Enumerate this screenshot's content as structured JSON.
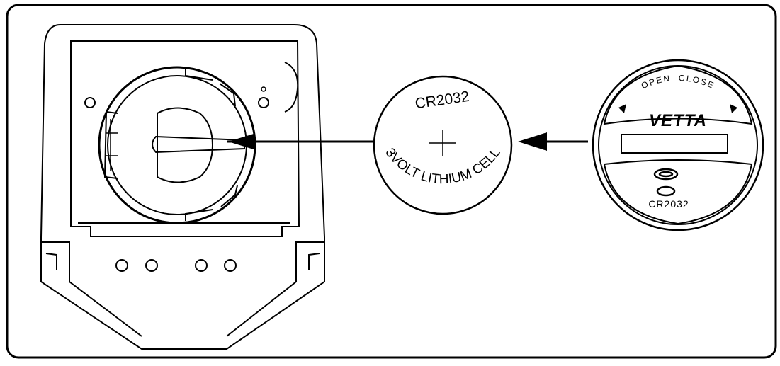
{
  "battery": {
    "model": "CR2032",
    "symbol": "+",
    "arc_text": "3VOLT LITHIUM CELL"
  },
  "cover": {
    "open_label": "OPEN",
    "close_label": "CLOSE",
    "brand": "VETTA",
    "battery_label": "CR2032"
  },
  "colors": {
    "stroke": "#000000",
    "background": "#ffffff"
  }
}
